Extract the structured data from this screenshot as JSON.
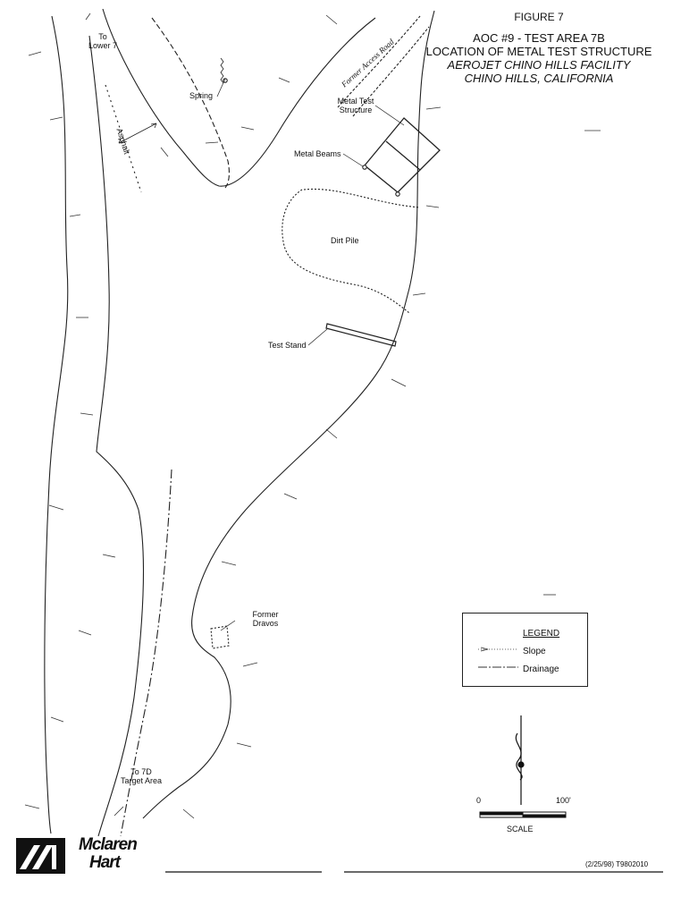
{
  "title": {
    "figure": "FIGURE 7",
    "line1": "AOC #9 - TEST AREA 7B",
    "line2": "LOCATION OF METAL TEST STRUCTURE",
    "line3": "AEROJET CHINO HILLS FACILITY",
    "line4": "CHINO HILLS, CALIFORNIA"
  },
  "labels": {
    "to_lower_7_a": "To",
    "to_lower_7_b": "Lower 7",
    "spring": "Spring",
    "asphalt": "Asphalt",
    "former_access_road": "Former Access Road",
    "metal_test_a": "Metal Test",
    "metal_test_b": "Structure",
    "metal_beams": "Metal Beams",
    "dirt_pile": "Dirt Pile",
    "test_stand": "Test Stand",
    "former_a": "Former",
    "former_b": "Dravos",
    "to7d_a": "To 7D",
    "to7d_b": "Target Area"
  },
  "legend": {
    "heading": "LEGEND",
    "slope": "Slope",
    "drainage": "Drainage"
  },
  "scale": {
    "zero": "0",
    "max": "100'",
    "label": "SCALE"
  },
  "footer": {
    "date_code": "(2/25/98) T9802010"
  },
  "logo": {
    "line1": "Mclaren",
    "line2": "Hart"
  }
}
